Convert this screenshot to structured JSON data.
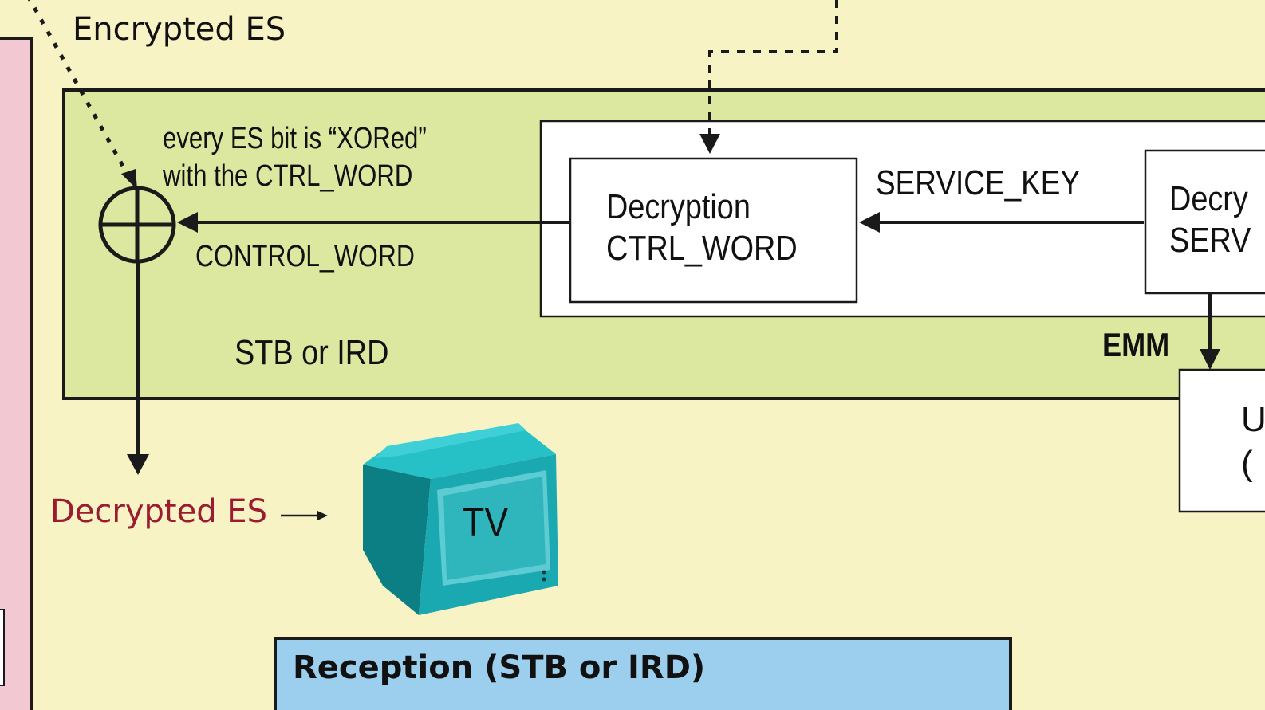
{
  "labels": {
    "encrypted_es": "Encrypted ES",
    "xor_note_line1": "every ES bit is “XORed”",
    "xor_note_line2": "with the CTRL_WORD",
    "control_word": "CONTROL_WORD",
    "decryption_ctrl_line1": "Decryption",
    "decryption_ctrl_line2": "CTRL_WORD",
    "service_key": "SERVICE_KEY",
    "decryption_serv_line1": "Decry",
    "decryption_serv_line2": "SERV",
    "stb_or_ird": "STB or IRD",
    "emm": "EMM",
    "right_box_line1": "U",
    "right_box_line2": "(",
    "decrypted_es": "Decrypted ES",
    "tv": "TV",
    "reception_title": "Reception (STB or IRD)"
  },
  "colors": {
    "background": "#f8f3c4",
    "stb_panel": "#dce79f",
    "left_panel": "#f2c9d2",
    "reception_panel": "#9ccfee",
    "decrypted_es_text": "#9b1c31",
    "tv_body": "#1aa9b0",
    "line": "#1a1a1a"
  },
  "icons": {
    "xor_symbol": "circled-plus-icon",
    "tv": "television-icon"
  }
}
